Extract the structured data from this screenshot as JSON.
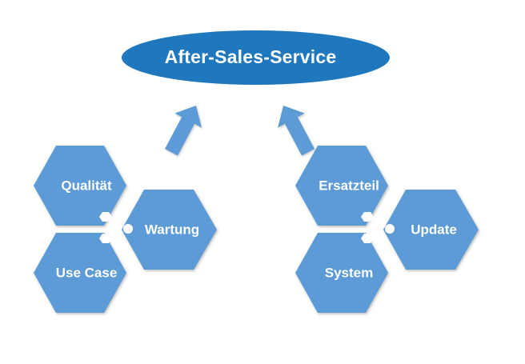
{
  "diagram": {
    "type": "hexagon-cluster-diagram",
    "title": "After-Sales-Service",
    "background_color": "#FFFFFF",
    "colors": {
      "center_fill": "#1F77BE",
      "hex_fill": "#5B9BD5",
      "arrow_fill": "#5B9BD5",
      "label_text": "#FFFFFF",
      "connector_dot": "#FFFFFF"
    },
    "center_node": {
      "label": "After-Sales-Service",
      "shape": "ellipse",
      "fill": "#1F77BE",
      "text_color": "#FFFFFF"
    },
    "arrows": [
      {
        "name": "left-arrow",
        "direction": "up-right",
        "fill": "#5B9BD5"
      },
      {
        "name": "right-arrow",
        "direction": "up-left",
        "fill": "#5B9BD5"
      }
    ],
    "clusters": [
      {
        "name": "left-cluster",
        "nodes": [
          {
            "id": "qualitaet",
            "label": "Qualität",
            "position": "top-left"
          },
          {
            "id": "use-case",
            "label": "Use Case",
            "position": "bottom-left"
          },
          {
            "id": "wartung",
            "label": "Wartung",
            "position": "right"
          }
        ]
      },
      {
        "name": "right-cluster",
        "nodes": [
          {
            "id": "ersatzteil",
            "label": "Ersatzteil",
            "position": "top-left"
          },
          {
            "id": "system",
            "label": "System",
            "position": "bottom-left"
          },
          {
            "id": "update",
            "label": "Update",
            "position": "right"
          }
        ]
      }
    ]
  }
}
